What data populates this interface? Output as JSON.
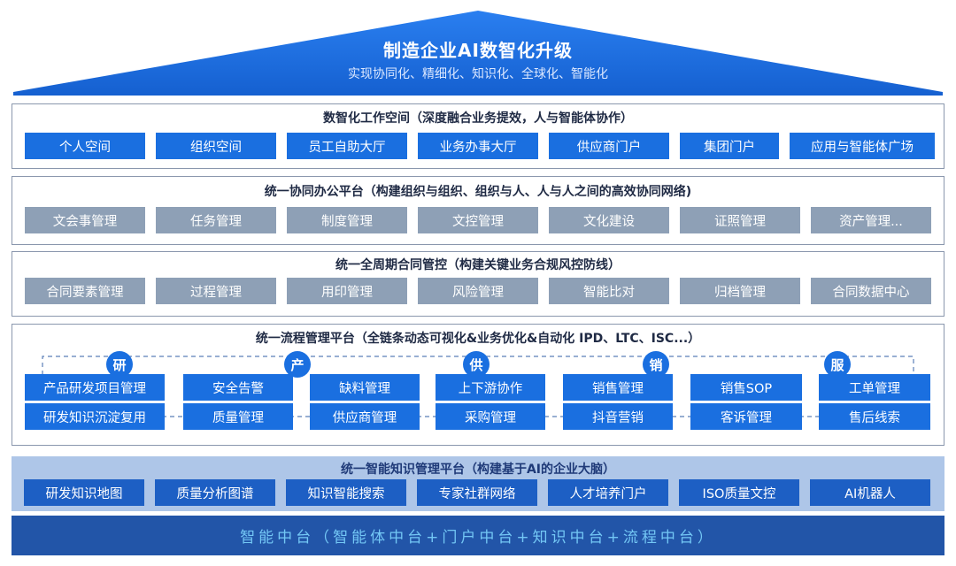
{
  "roof": {
    "title": "制造企业AI数智化升级",
    "subtitle": "实现协同化、精细化、知识化、全球化、智能化"
  },
  "workspace": {
    "title": "数智化工作空间（深度融合业务提效，人与智能体协作）",
    "items": [
      "个人空间",
      "组织空间",
      "员工自助大厅",
      "业务办事大厅",
      "供应商门户",
      "集团门户",
      "应用与智能体广场"
    ]
  },
  "office": {
    "title": "统一协同办公平台（构建组织与组织、组织与人、人与人之间的高效协同网络)",
    "items": [
      "文会事管理",
      "任务管理",
      "制度管理",
      "文控管理",
      "文化建设",
      "证照管理",
      "资产管理..."
    ]
  },
  "contract": {
    "title": "统一全周期合同管控（构建关键业务合规风控防线）",
    "items": [
      "合同要素管理",
      "过程管理",
      "用印管理",
      "风险管理",
      "智能比对",
      "归档管理",
      "合同数据中心"
    ]
  },
  "process": {
    "title": "统一流程管理平台（全链条动态可视化&业务优化&自动化 IPD、LTC、ISC...）",
    "stages": [
      "研",
      "产",
      "供",
      "销",
      "服"
    ],
    "row1": [
      "产品研发项目管理",
      "安全告警",
      "缺料管理",
      "上下游协作",
      "销售管理",
      "销售SOP",
      "工单管理"
    ],
    "row2": [
      "研发知识沉淀复用",
      "质量管理",
      "供应商管理",
      "采购管理",
      "抖音营销",
      "客诉管理",
      "售后线索"
    ]
  },
  "knowledge": {
    "title": "统一智能知识管理平台（构建基于AI的企业大脑）",
    "items": [
      "研发知识地图",
      "质量分析图谱",
      "知识智能搜索",
      "专家社群网络",
      "人才培养门户",
      "ISO质量文控",
      "AI机器人"
    ]
  },
  "bottom": {
    "text": "智能中台（智能体中台+门户中台+知识中台+流程中台）"
  },
  "colors": {
    "roof": "#1a6fe0",
    "box_blue": "#1a6fe0",
    "box_gray": "#8ea0b6",
    "knowledge_bg": "#aec6e8",
    "bottom_bg": "#2255a8",
    "bottom_text": "#73c7f5"
  }
}
